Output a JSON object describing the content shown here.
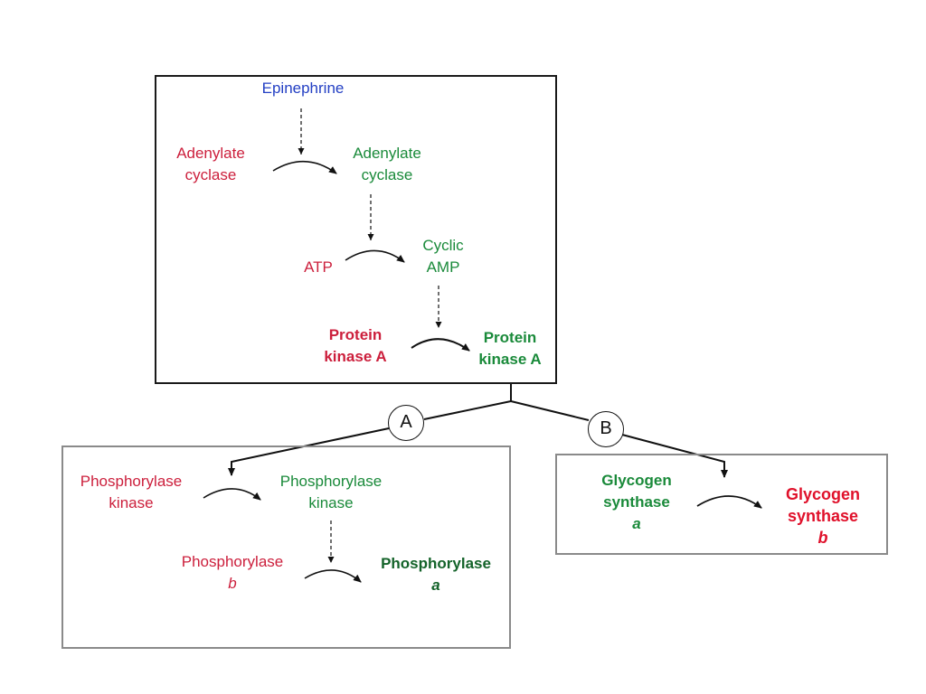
{
  "top_box": {
    "epinephrine": "Epinephrine",
    "adenylate_inactive": [
      "Adenylate",
      "cyclase"
    ],
    "adenylate_active": [
      "Adenylate",
      "cyclase"
    ],
    "atp": "ATP",
    "camp": [
      "Cyclic",
      "AMP"
    ],
    "pka_inactive": [
      "Protein",
      "kinase A"
    ],
    "pka_active": [
      "Protein",
      "kinase A"
    ]
  },
  "branches": {
    "a_label": "A",
    "b_label": "B"
  },
  "left_box": {
    "phk_inactive": [
      "Phosphorylase",
      "kinase"
    ],
    "phk_active": [
      "Phosphorylase",
      "kinase"
    ],
    "phos_b": [
      "Phosphorylase",
      "b"
    ],
    "phos_a": [
      "Phosphorylase",
      "a"
    ]
  },
  "right_box": {
    "gs_a": [
      "Glycogen",
      "synthase",
      "a"
    ],
    "gs_b": [
      "Glycogen",
      "synthase",
      "b"
    ]
  },
  "colors": {
    "inactive": "#cc1f3c",
    "active": "#1a8a3a",
    "signal": "#2440c4"
  }
}
